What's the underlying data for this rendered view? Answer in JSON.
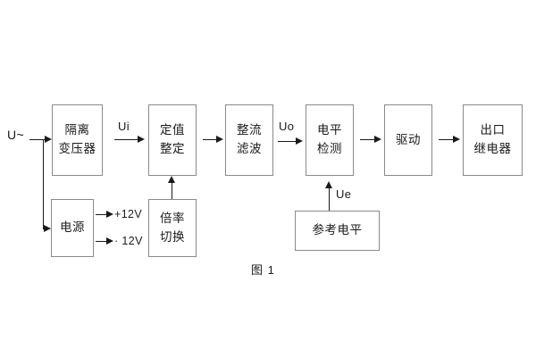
{
  "figure": {
    "caption": "图 1",
    "colors": {
      "background": "#ffffff",
      "block_border": "#8a8a8a",
      "line": "#1a1a1a",
      "text": "#1a1a1a"
    }
  },
  "blocks": [
    {
      "id": "isolation-transformer",
      "line1": "隔离",
      "line2": "变压器"
    },
    {
      "id": "setpoint-setting",
      "line1": "定值",
      "line2": "整定"
    },
    {
      "id": "rectifier-filter",
      "line1": "整流",
      "line2": "滤波"
    },
    {
      "id": "level-detection",
      "line1": "电平",
      "line2": "检测"
    },
    {
      "id": "driver",
      "line1": "驱动",
      "line2": ""
    },
    {
      "id": "output-relay",
      "line1": "出口",
      "line2": "继电器"
    },
    {
      "id": "power-supply",
      "line1": "电源",
      "line2": ""
    },
    {
      "id": "multiplier-switch",
      "line1": "倍率",
      "line2": "切换"
    },
    {
      "id": "reference-level",
      "line1": "参考电平",
      "line2": ""
    }
  ],
  "signals": {
    "input_source": "U~",
    "ui": "Ui",
    "uo": "Uo",
    "ue": "Ue",
    "rail_positive": "+12V",
    "rail_negative": "· 12V"
  }
}
